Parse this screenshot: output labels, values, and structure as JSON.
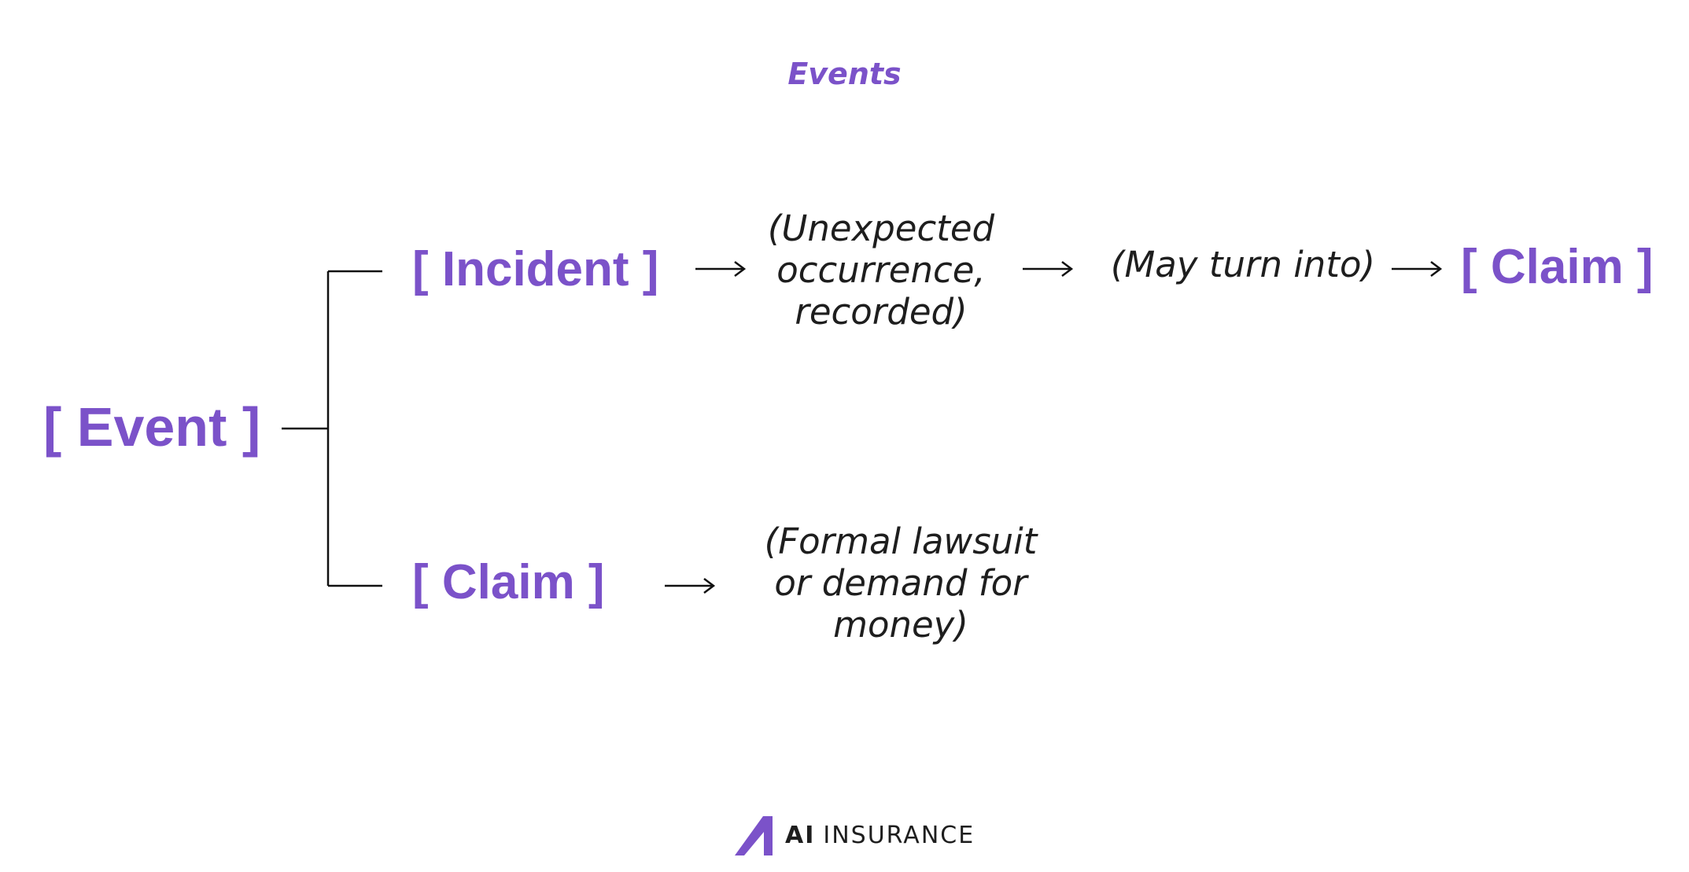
{
  "title": "Events",
  "nodes": {
    "event": "[ Event ]",
    "incident": "[ Incident ]",
    "claim_bottom": "[ Claim ]",
    "claim_right": "[ Claim ]"
  },
  "notes": {
    "incident_desc": [
      "(Unexpected",
      "occurrence,",
      "recorded)"
    ],
    "may_turn_into": "(May turn into)",
    "claim_desc": [
      "(Formal lawsuit",
      "or demand for",
      "money)"
    ]
  },
  "arrow_glyph": "⟶",
  "brand": {
    "name_bold": "AI",
    "name_rest": "INSURANCE",
    "logo_icon": "ai-insurance-logo-icon"
  },
  "colors": {
    "accent": "#7b52c9",
    "text": "#1e1e1e",
    "line": "#111111"
  }
}
